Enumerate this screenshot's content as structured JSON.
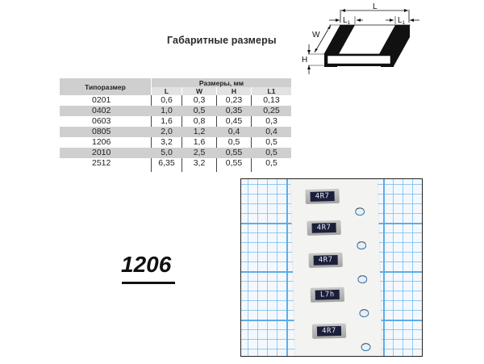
{
  "heading": "Габаритные размеры",
  "diagram": {
    "labels": {
      "L": "L",
      "L1": "L",
      "L1_sub": "1",
      "W": "W",
      "H": "H"
    }
  },
  "table": {
    "header_main": "Типоразмер",
    "header_group": "Размеры, мм",
    "columns": [
      "L",
      "W",
      "H",
      "L1"
    ],
    "rows": [
      {
        "size": "0201",
        "L": "0,6",
        "W": "0,3",
        "H": "0,23",
        "L1": "0,13"
      },
      {
        "size": "0402",
        "L": "1,0",
        "W": "0,5",
        "H": "0,35",
        "L1": "0,25"
      },
      {
        "size": "0603",
        "L": "1,6",
        "W": "0,8",
        "H": "0,45",
        "L1": "0,3"
      },
      {
        "size": "0805",
        "L": "2,0",
        "W": "1,2",
        "H": "0,4",
        "L1": "0,4"
      },
      {
        "size": "1206",
        "L": "3,2",
        "W": "1,6",
        "H": "0,5",
        "L1": "0,5"
      },
      {
        "size": "2010",
        "L": "5,0",
        "W": "2,5",
        "H": "0,55",
        "L1": "0,5"
      },
      {
        "size": "2512",
        "L": "6,35",
        "W": "3,2",
        "H": "0,55",
        "L1": "0,5"
      }
    ]
  },
  "size_label": "1206",
  "photo": {
    "chip_markings": [
      "4R7",
      "4R7",
      "4R7",
      "L7h",
      "4R7"
    ],
    "grid_color": "#5aaae6",
    "chip_color": "#1b1f3a"
  }
}
